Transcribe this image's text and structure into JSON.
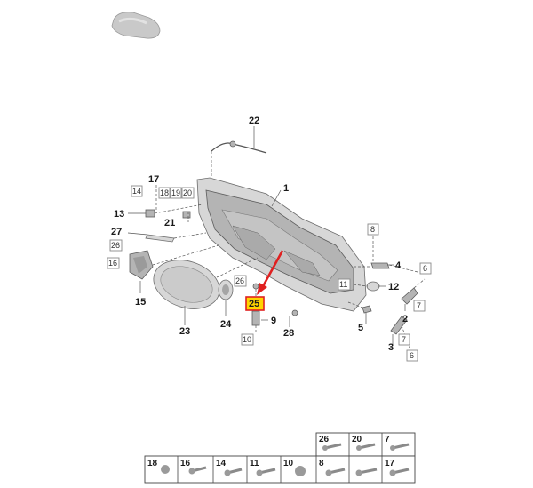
{
  "callouts": {
    "c1": "1",
    "c2": "2",
    "c3": "3",
    "c4": "4",
    "c5": "5",
    "c6a": "6",
    "c6b": "6",
    "c7a": "7",
    "c7b": "7",
    "c8": "8",
    "c9": "9",
    "c10": "10",
    "c11": "11",
    "c12": "12",
    "c13": "13",
    "c14": "14",
    "c15": "15",
    "c16": "16",
    "c17": "17",
    "c18": "18",
    "c19": "19",
    "c20": "20",
    "c21": "21",
    "c22": "22",
    "c23": "23",
    "c24": "24",
    "c25": "25",
    "c26a": "26",
    "c26b": "26",
    "c27": "27",
    "c28": "28"
  },
  "table_top": [
    "26",
    "20",
    "7"
  ],
  "table_bottom": [
    "18",
    "16",
    "14",
    "11",
    "10",
    "8",
    "17"
  ],
  "highlight_color": "#ffd400",
  "arrow_color": "#e02020"
}
